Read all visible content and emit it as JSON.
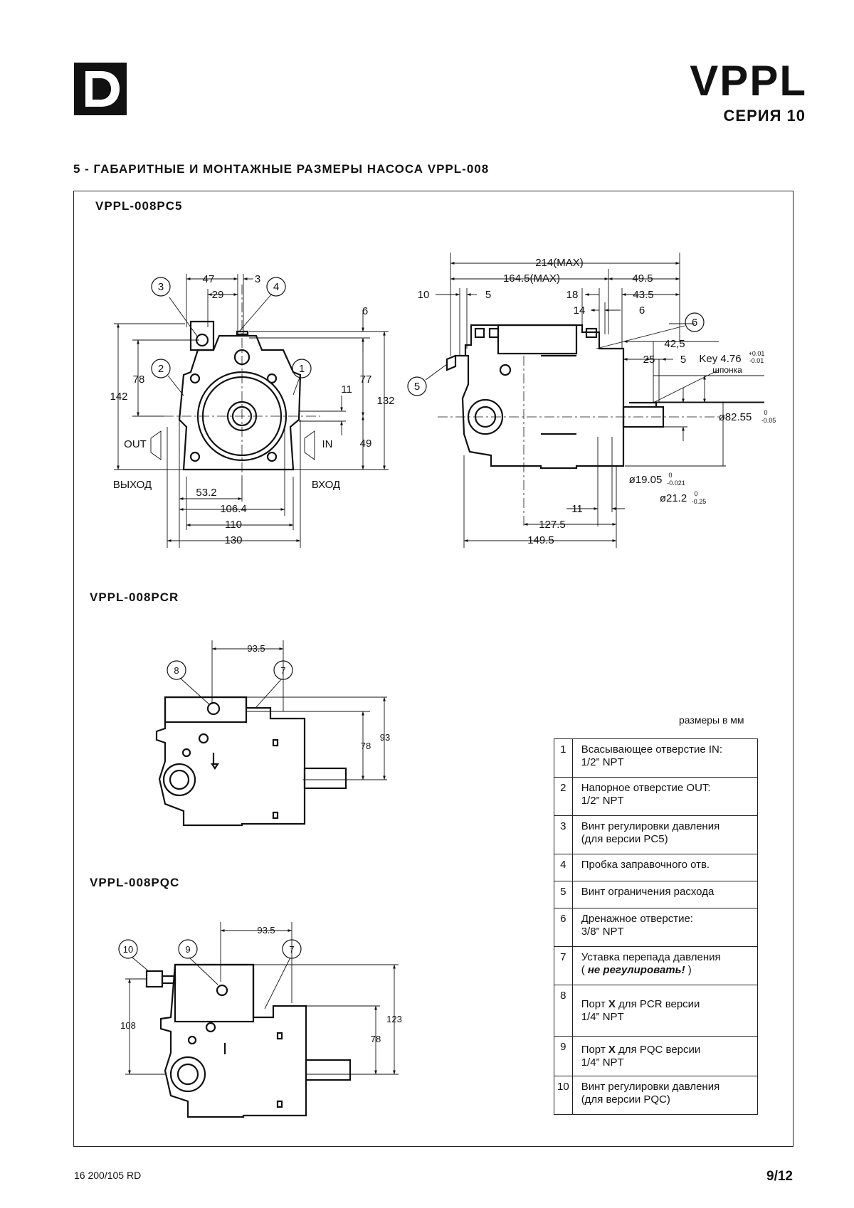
{
  "header": {
    "brand": "VPPL",
    "series": "СЕРИЯ 10"
  },
  "section_title": "5 - ГАБАРИТНЫЕ И МОНТАЖНЫЕ РАЗМЕРЫ НАСОСА VPPL-008",
  "variants": {
    "pc5": "VPPL-008PC5",
    "pcr": "VPPL-008PCR",
    "pqc": "VPPL-008PQC"
  },
  "drawing1": {
    "callouts": {
      "c1": "1",
      "c2": "2",
      "c3": "3",
      "c4": "4",
      "c5": "5",
      "c6": "6"
    },
    "front": {
      "d47": "47",
      "d3": "3",
      "d29": "29",
      "d6": "6",
      "d78": "78",
      "d142": "142",
      "d77": "77",
      "d132": "132",
      "d11": "11",
      "d49": "49",
      "d532": "53.2",
      "d1064": "106.4",
      "d110": "110",
      "d130": "130",
      "out": "OUT",
      "in": "IN",
      "vykhod": "ВЫХОД",
      "vkhod": "ВХОД"
    },
    "side": {
      "d214": "214(MAX)",
      "d1645": "164.5(MAX)",
      "d495": "49.5",
      "d10": "10",
      "d5a": "5",
      "d18": "18",
      "d435": "43.5",
      "d14": "14",
      "d6": "6",
      "d425": "42,5",
      "d25": "25",
      "d5b": "5",
      "key": "Key 4.76",
      "key_tol_up": "+0.01",
      "key_tol_dn": "-0.01",
      "shponka": "шпонка",
      "d8255": "ø82.55",
      "d8255_up": "0",
      "d8255_dn": "-0.05",
      "d1905": "ø19.05",
      "d1905_up": "0",
      "d1905_dn": "-0.021",
      "d212": "ø21.2",
      "d212_up": "0",
      "d212_dn": "-0.25",
      "d11": "11",
      "d1275": "127.5",
      "d1495": "149.5"
    }
  },
  "drawing2": {
    "c8": "8",
    "c7": "7",
    "d935": "93.5",
    "d93": "93",
    "d78": "78"
  },
  "drawing3": {
    "c10": "10",
    "c9": "9",
    "c7": "7",
    "d935": "93.5",
    "d108": "108",
    "d123": "123",
    "d78": "78"
  },
  "units_note": "размеры в мм",
  "legend": [
    {
      "n": "1",
      "l1": "Всасывающее отверстие IN:",
      "l2": "1/2” NPT"
    },
    {
      "n": "2",
      "l1": "Напорное отверстие OUT:",
      "l2": "1/2” NPT"
    },
    {
      "n": "3",
      "l1": "Винт регулировки давления",
      "l2": "(для версии PC5)"
    },
    {
      "n": "4",
      "l1": "Пробка заправочного отв.",
      "l2": ""
    },
    {
      "n": "5",
      "l1": "Винт ограничения расхода",
      "l2": ""
    },
    {
      "n": "6",
      "l1": "Дренажное отверстие:",
      "l2": "3/8” NPT"
    },
    {
      "n": "7",
      "l1": "Уставка перепада давления",
      "l2_pre": "( ",
      "l2_em": "не регулировать!",
      "l2_post": " )"
    },
    {
      "n": "8",
      "l1_pre": "Порт ",
      "l1_b": "X",
      "l1_post": " для PCR версии",
      "l2": "1/4” NPT"
    },
    {
      "n": "9",
      "l1_pre": "Порт ",
      "l1_b": "X",
      "l1_post": " для PQC версии",
      "l2": "1/4” NPT"
    },
    {
      "n": "10",
      "l1": "Винт регулировки давления",
      "l2": "(для версии PQC)"
    }
  ],
  "footer": {
    "doc": "16 200/105 RD",
    "page": "9/12"
  }
}
